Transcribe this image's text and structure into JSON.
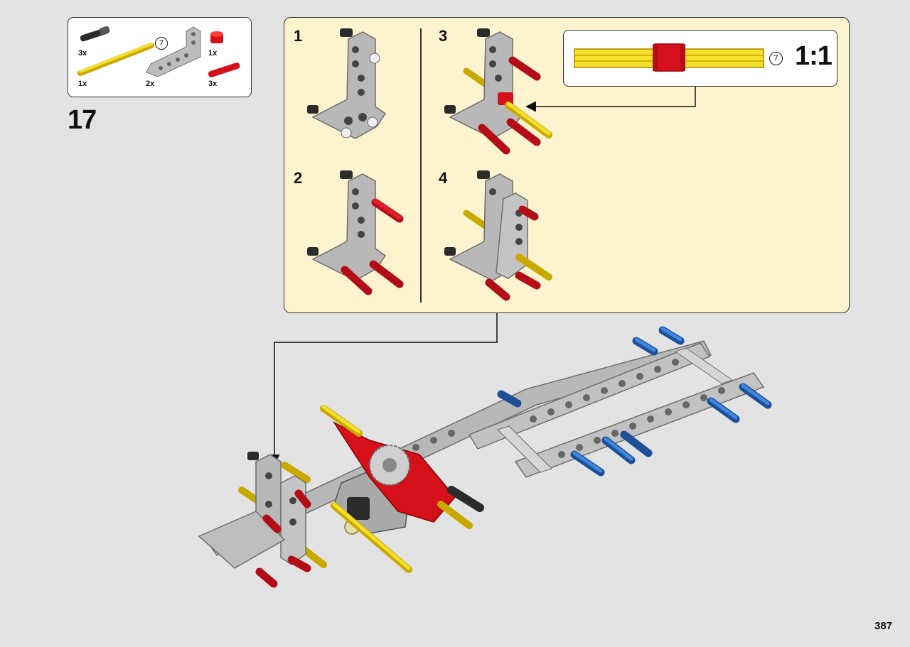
{
  "parts_list": {
    "items": [
      {
        "qty": "3x",
        "icon": "black-axle-pin-icon"
      },
      {
        "qty": "1x",
        "icon": "yellow-axle-icon"
      },
      {
        "qty": "2x",
        "icon": "l-beam-icon"
      },
      {
        "qty": "1x",
        "icon": "red-bushing-icon"
      },
      {
        "qty": "3x",
        "icon": "red-axle-pin-icon"
      }
    ],
    "axle_length": "7"
  },
  "step": {
    "number": "17"
  },
  "sub_steps": [
    {
      "label": "1"
    },
    {
      "label": "2"
    },
    {
      "label": "3"
    },
    {
      "label": "4"
    }
  ],
  "callout": {
    "axle_length": "7",
    "scale_label": "1:1"
  },
  "page": {
    "number": "387"
  },
  "colors": {
    "panel": "#fdf4cf",
    "gray_beam": "#b8b8b8",
    "red": "#d4111a",
    "yellow": "#f2d51a",
    "blue": "#2f6fc4"
  }
}
